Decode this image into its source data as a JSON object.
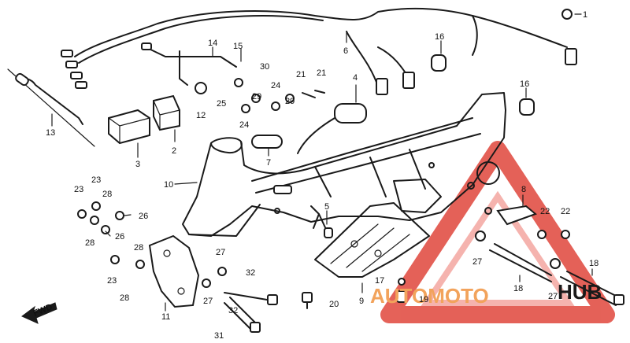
{
  "diagram": {
    "callouts": [
      "1",
      "2",
      "3",
      "4",
      "5",
      "6",
      "7",
      "8",
      "9",
      "10",
      "11",
      "12",
      "13",
      "14",
      "15",
      "16",
      "17",
      "18",
      "19",
      "20",
      "21",
      "22",
      "23",
      "24",
      "25",
      "26",
      "27",
      "28",
      "29",
      "30",
      "31",
      "32"
    ],
    "direction_label": "FWD"
  },
  "watermark": {
    "brand_part1": "AUTOMOTO",
    "brand_part2": "HUB",
    "colors": {
      "red": "#e0463c",
      "orange": "#f2a35c",
      "pink": "#f4a6a0",
      "dark": "#1a1a1a"
    }
  }
}
